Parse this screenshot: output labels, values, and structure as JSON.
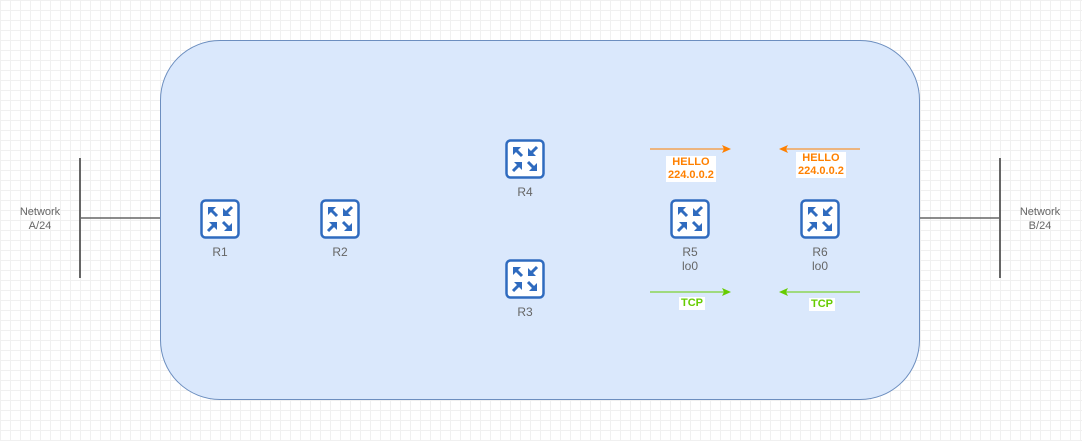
{
  "networks": [
    {
      "label": "Network",
      "sub": "A/24"
    },
    {
      "label": "Network",
      "sub": "B/24"
    }
  ],
  "routers": [
    {
      "name": "R1"
    },
    {
      "name": "R2"
    },
    {
      "name": "R3"
    },
    {
      "name": "R4"
    },
    {
      "name": "R5",
      "sub": "lo0"
    },
    {
      "name": "R6",
      "sub": "lo0"
    }
  ],
  "messages": {
    "hello": "HELLO",
    "multicast": "224.0.0.2",
    "tcp": "TCP"
  },
  "colors": {
    "area_fill": "#dae8fc",
    "area_stroke": "#6c8ebf",
    "router": "#2f6bbf",
    "hello": "#ff8000",
    "tcp": "#66cc00"
  }
}
